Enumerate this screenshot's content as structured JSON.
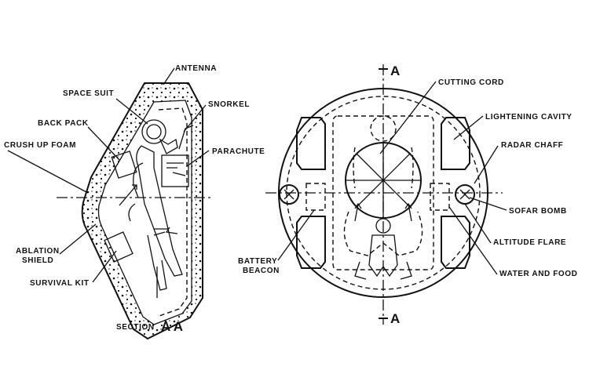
{
  "section_view": {
    "labels": {
      "antenna": "ANTENNA",
      "space_suit": "SPACE SUIT",
      "snorkel": "SNORKEL",
      "back_pack": "BACK PACK",
      "crush_up_foam": "CRUSH UP FOAM",
      "parachute": "PARACHUTE",
      "ablation_shield_1": "ABLATION",
      "ablation_shield_2": "SHIELD",
      "survival_kit": "SURVIVAL KIT"
    },
    "caption_prefix": "SECTION",
    "caption_letters": "A A"
  },
  "top_view": {
    "section_mark": "A",
    "labels": {
      "cutting_cord": "CUTTING CORD",
      "lightening_cavity": "LIGHTENING CAVITY",
      "radar_chaff": "RADAR CHAFF",
      "sofar_bomb": "SOFAR BOMB",
      "altitude_flare": "ALTITUDE FLARE",
      "water_and_food": "WATER AND FOOD",
      "battery_beacon_1": "BATTERY",
      "battery_beacon_2": "BEACON"
    }
  }
}
